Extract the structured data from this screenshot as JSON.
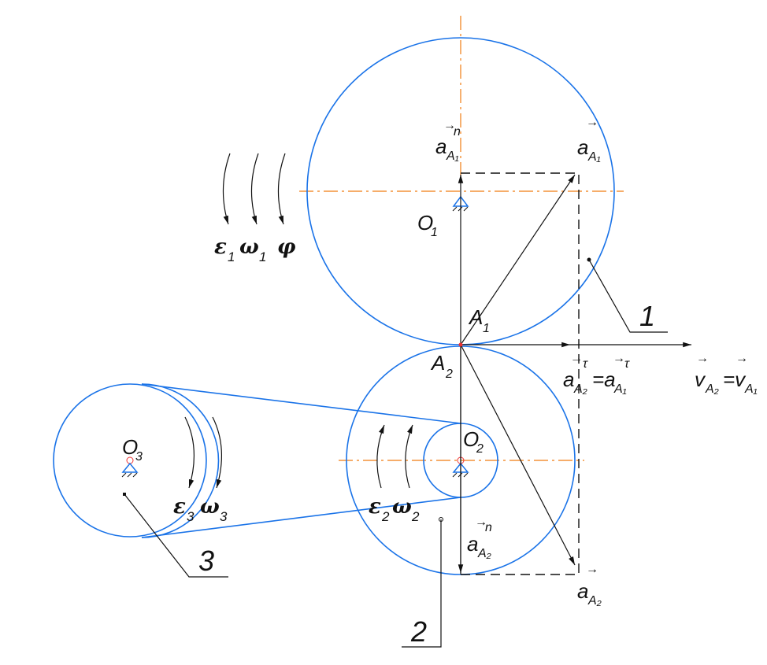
{
  "diagram": {
    "colors": {
      "wheel": "#1a73e8",
      "centerline": "#f07c12",
      "vector": "#111111"
    },
    "labels": {
      "O1": {
        "main": "O",
        "sub": "1"
      },
      "O2": {
        "main": "O",
        "sub": "2"
      },
      "O3": {
        "main": "O",
        "sub": "3"
      },
      "A1": {
        "main": "A",
        "sub": "1"
      },
      "A2": {
        "main": "A",
        "sub": "2"
      },
      "an_A1": {
        "main": "a",
        "sup": "n",
        "sub": "A₁"
      },
      "a_A1": {
        "main": "a",
        "sub": "A₁"
      },
      "an_A2": {
        "main": "a",
        "sup": "n",
        "sub": "A₂"
      },
      "a_A2": {
        "main": "a",
        "sub": "A₂"
      },
      "at_eq": {
        "left": "a",
        "left_sub": "A₂",
        "sup": "τ",
        "eq": "=a",
        "right_sub": "A₁",
        "right_sup": "τ"
      },
      "v_eq": {
        "left": "v",
        "left_sub": "A₂",
        "eq": "=v",
        "right_sub": "A₁"
      }
    },
    "rotation_labels": {
      "eps1": {
        "main": "ε",
        "sub": "1"
      },
      "omega1": {
        "main": "ω",
        "sub": "1"
      },
      "phi": {
        "main": "φ"
      },
      "eps2": {
        "main": "ε",
        "sub": "2"
      },
      "omega2": {
        "main": "ω",
        "sub": "2"
      },
      "eps3": {
        "main": "ε",
        "sub": "3"
      },
      "omega3": {
        "main": "ω",
        "sub": "3"
      }
    },
    "part_numbers": [
      "1",
      "2",
      "3"
    ]
  }
}
